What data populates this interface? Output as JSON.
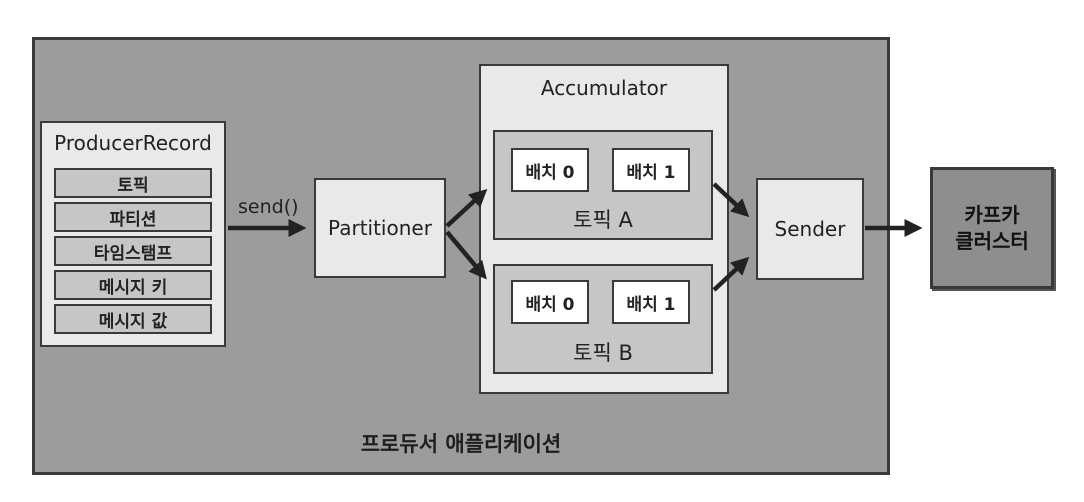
{
  "application": {
    "label": "프로듀서 애플리케이션"
  },
  "producer_record": {
    "title": "ProducerRecord",
    "fields": [
      "토픽",
      "파티션",
      "타임스탬프",
      "메시지 키",
      "메시지 값"
    ]
  },
  "send_label": "send()",
  "partitioner": {
    "label": "Partitioner"
  },
  "accumulator": {
    "title": "Accumulator",
    "topics": [
      {
        "label": "토픽 A",
        "batches": [
          "배치 0",
          "배치 1"
        ]
      },
      {
        "label": "토픽 B",
        "batches": [
          "배치 0",
          "배치 1"
        ]
      }
    ]
  },
  "sender": {
    "label": "Sender"
  },
  "kafka_cluster": {
    "label": "카프카\n클러스터"
  }
}
